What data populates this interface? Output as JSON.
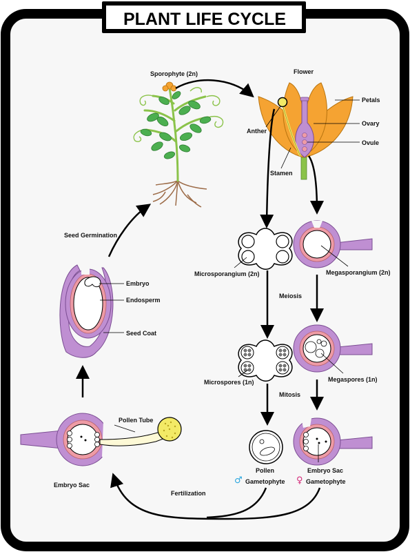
{
  "title": "PLANT LIFE CYCLE",
  "colors": {
    "frame": "#000000",
    "panel": "#f7f7f7",
    "petal": "#f5a332",
    "petal_stroke": "#b8740f",
    "purple": "#bf8fd2",
    "purple_stroke": "#7a4c92",
    "pink": "#ee9ba5",
    "leaf": "#4caf50",
    "stem": "#8bc34a",
    "root": "#9c6b47",
    "pollen": "#f3ea66",
    "male": "#29a6de",
    "female": "#d42a7a"
  },
  "labels": {
    "sporophyte": "Sporophyte (2n)",
    "flower": "Flower",
    "petals": "Petals",
    "anther": "Anther",
    "ovary": "Ovary",
    "ovule": "Ovule",
    "stamen": "Stamen",
    "seed_germination": "Seed Germination",
    "microsporangium": "Microsporangium (2n)",
    "megasporangium": "Megasporangium (2n)",
    "meiosis": "Meiosis",
    "embryo": "Embryo",
    "endosperm": "Endosperm",
    "seed_coat": "Seed Coat",
    "microspores": "Microspores (1n)",
    "megaspores": "Megaspores (1n)",
    "mitosis": "Mitosis",
    "pollen_tube": "Pollen Tube",
    "pollen": "Pollen",
    "embryo_sac_right": "Embryo Sac",
    "male_gametophyte": "Gametophyte",
    "female_gametophyte": "Gametophyte",
    "embryo_sac_left": "Embryo Sac",
    "fertilization": "Fertilization",
    "male_symbol": "♂",
    "female_symbol": "♀"
  }
}
